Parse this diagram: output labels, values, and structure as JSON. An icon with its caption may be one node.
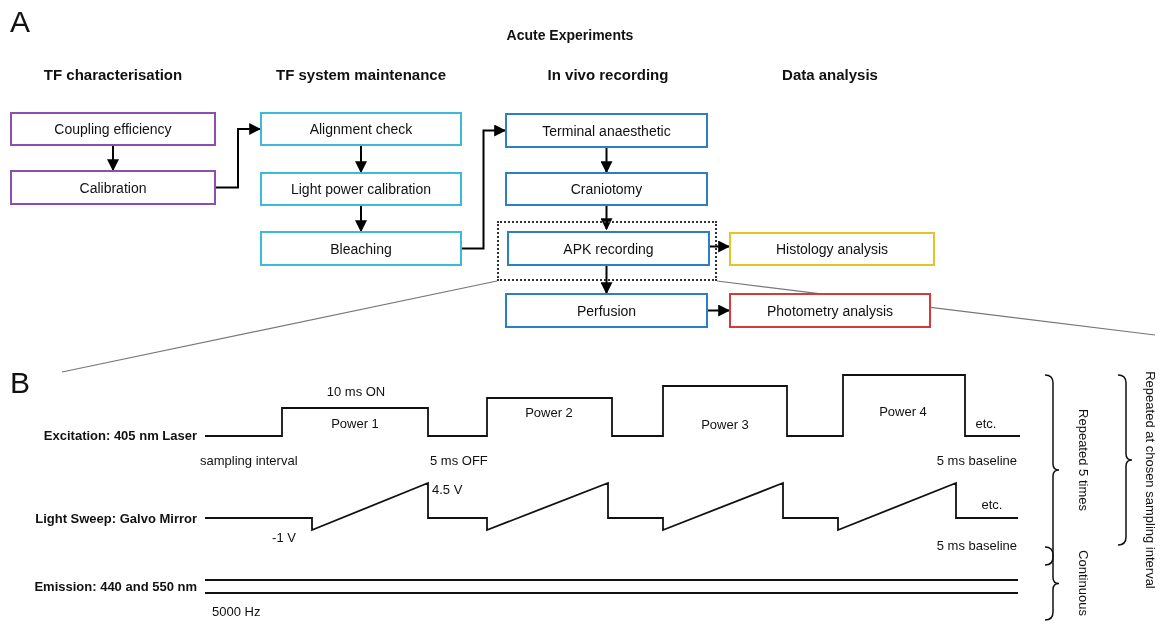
{
  "diagram": {
    "title": "Acute Experiments",
    "nodes": [
      {
        "text": [
          "Coupling efficiency"
        ]
      },
      {
        "text": [
          "Calibration"
        ]
      },
      {
        "text": [
          "Alignment check"
        ]
      },
      {
        "text": [
          "Light power calibration"
        ]
      },
      {
        "text": [
          "Bleaching"
        ]
      },
      {
        "text": [
          "Terminal anaesthetic"
        ]
      },
      {
        "text": [
          "Craniotomy"
        ]
      },
      {
        "text": [],
        "shape": "box"
      },
      {
        "text": [
          "APK recording"
        ],
        "in": 7
      },
      {
        "text": [
          "Histology analysis"
        ]
      },
      {
        "text": [
          "Perfusion"
        ]
      },
      {
        "text": [
          "Photometry analysis"
        ]
      }
    ],
    "edges": [
      {
        "from": 0,
        "to": 1,
        "arrow": "to"
      },
      {
        "from": 1,
        "to": 2,
        "arrow": "to"
      },
      {
        "from": 2,
        "to": 3,
        "arrow": "to"
      },
      {
        "from": 3,
        "to": 4,
        "arrow": "to"
      },
      {
        "from": 4,
        "to": 5,
        "arrow": "to"
      },
      {
        "from": 5,
        "to": 6,
        "arrow": "to"
      },
      {
        "from": 6,
        "to": 8,
        "arrow": "to"
      },
      {
        "from": 8,
        "to": 9,
        "arrow": "to"
      },
      {
        "from": 8,
        "to": 10,
        "arrow": "to"
      },
      {
        "from": 10,
        "to": 11,
        "arrow": "to"
      }
    ],
    "labels": [
      "A",
      "TF characterisation",
      "TF system maintenance",
      "In vivo recording",
      "Data analysis",
      "B",
      "10 ms ON",
      "Excitation: 405 nm Laser",
      "Power 1",
      "Power 2",
      "Power 3",
      "Power 4",
      "etc.",
      "sampling interval",
      "5 ms OFF",
      "5 ms baseline",
      "4.5 V",
      "Light Sweep: Galvo Mirror",
      "-1 V",
      "etc.",
      "5 ms baseline",
      "Emission: 440 and 550 nm",
      "5000 Hz",
      "Repeated 5 times",
      "Continuous",
      "Repeated at chosen sampling interval"
    ]
  }
}
